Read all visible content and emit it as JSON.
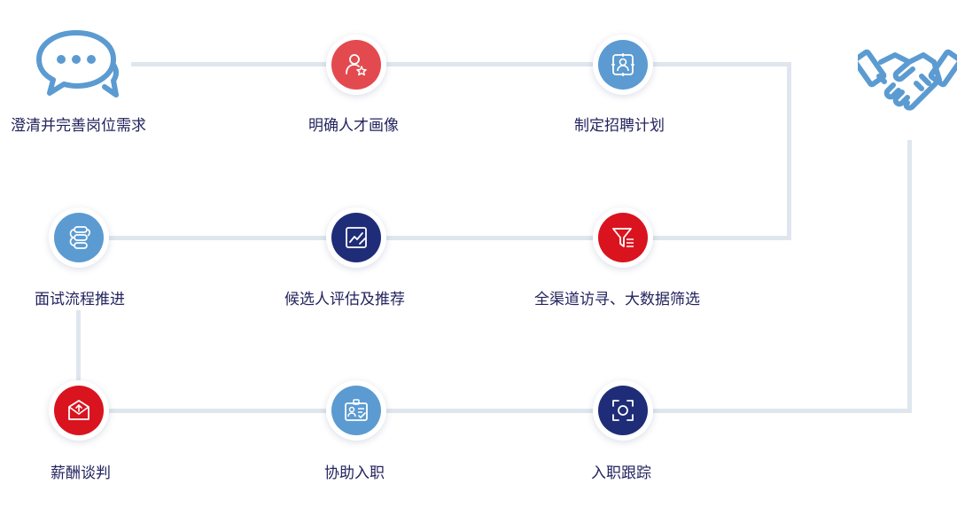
{
  "colors": {
    "connector": "#dfe6ee",
    "light_blue": "#5b9bd1",
    "red": "#e34a4f",
    "dark_navy": "#1f2d78",
    "bright_red": "#d9141f",
    "label_text": "#23245e"
  },
  "steps": [
    {
      "label": "澄清并完善岗位需求",
      "icon": "chat-bubbles-icon"
    },
    {
      "label": "明确人才画像",
      "icon": "user-star-icon"
    },
    {
      "label": "制定招聘计划",
      "icon": "plan-frame-icon"
    },
    {
      "label": "全渠道访寻、大数据筛选",
      "icon": "filter-funnel-icon"
    },
    {
      "label": "候选人评估及推荐",
      "icon": "chart-edit-icon"
    },
    {
      "label": "面试流程推进",
      "icon": "process-flow-icon"
    },
    {
      "label": "薪酬谈判",
      "icon": "envelope-up-icon"
    },
    {
      "label": "协助入职",
      "icon": "badge-check-icon"
    },
    {
      "label": "入职跟踪",
      "icon": "focus-scan-icon"
    },
    {
      "label": "",
      "icon": "handshake-icon"
    }
  ]
}
